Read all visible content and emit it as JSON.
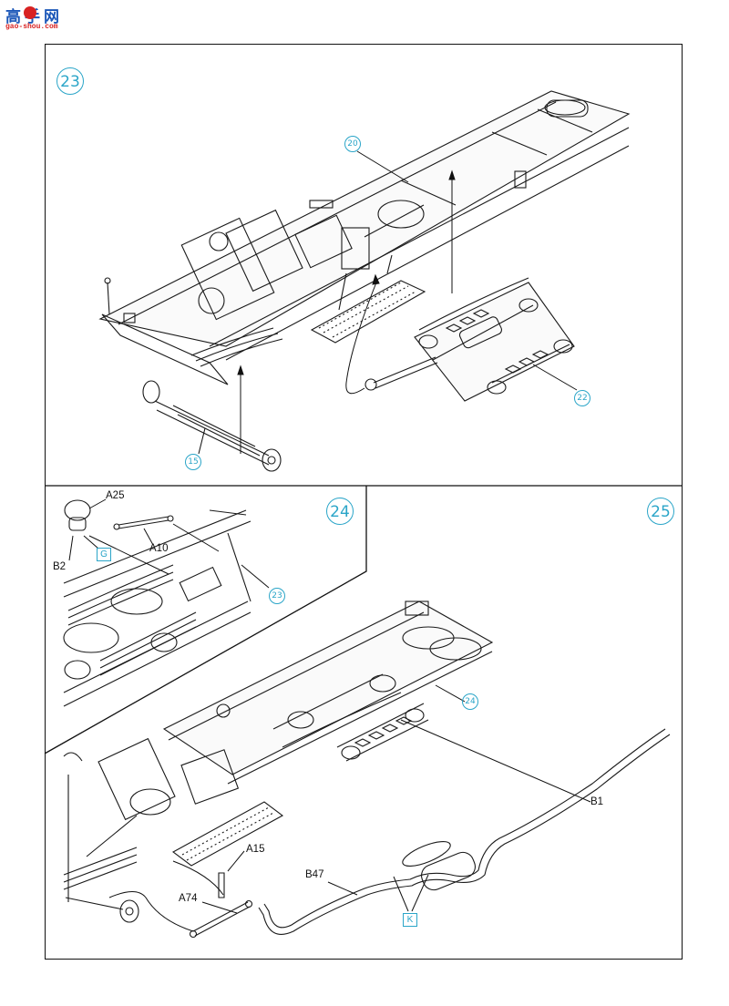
{
  "watermark": {
    "chinese": "高手网",
    "url": "gao-shou.com"
  },
  "steps": [
    {
      "number": "23",
      "refs": [
        "20",
        "22",
        "15"
      ]
    },
    {
      "number": "24",
      "refs": [
        "23"
      ],
      "parts": [
        "A25",
        "A10",
        "B2"
      ],
      "boxed": "G"
    },
    {
      "number": "25",
      "refs": [
        "24"
      ],
      "parts": [
        "B1",
        "A15",
        "B47",
        "A74"
      ],
      "boxed": "K"
    }
  ],
  "colors": {
    "accent": "#2aa5c8",
    "line": "#111111"
  }
}
